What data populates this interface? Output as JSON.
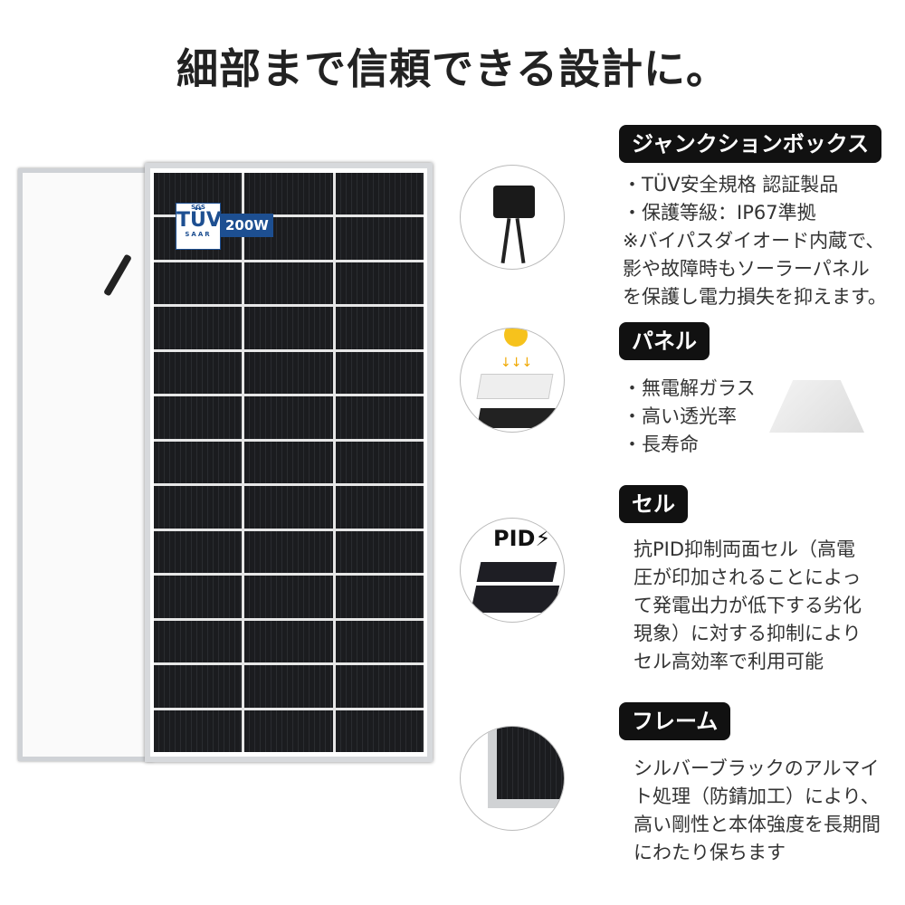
{
  "title": "細部まで信頼できる設計に。",
  "panel": {
    "tuv_top": "SGS",
    "tuv_main": "TÜV",
    "tuv_bottom": "SAAR",
    "wattage": "200W"
  },
  "sections": [
    {
      "label": "ジャンクションボックス",
      "lines": [
        "・TÜV安全規格 認証製品",
        "・保護等級：IP67準拠",
        "※バイパスダイオード内蔵で、",
        "影や故障時もソーラーパネル",
        "を保護し電力損失を抑えます。"
      ]
    },
    {
      "label": "パネル",
      "lines": [
        "・無電解ガラス",
        "・高い透光率",
        "・長寿命"
      ]
    },
    {
      "label": "セル",
      "icon_text": "PID",
      "lines": [
        "抗PID抑制両面セル（高電",
        "圧が印加されることによっ",
        "て発電出力が低下する劣化",
        "現象）に対する抑制により",
        "セル高効率で利用可能"
      ]
    },
    {
      "label": "フレーム",
      "lines": [
        "シルバーブラックのアルマイ",
        "ト処理（防錆加工）により、",
        "高い剛性と本体強度を長期間",
        "にわたり保ちます"
      ]
    }
  ],
  "colors": {
    "pill": "#111111",
    "brand_blue": "#1d4f91",
    "text": "#333333"
  }
}
